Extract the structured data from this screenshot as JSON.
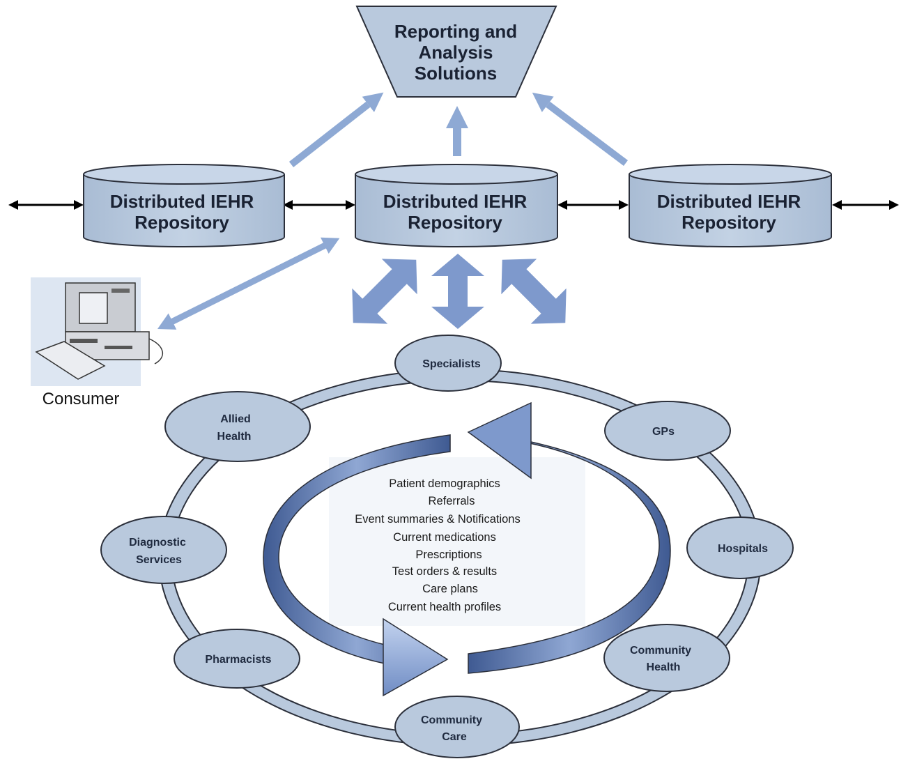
{
  "reporting": {
    "line1": "Reporting and",
    "line2": "Analysis",
    "line3": "Solutions"
  },
  "repositories": [
    {
      "line1": "Distributed IEHR",
      "line2": "Repository"
    },
    {
      "line1": "Distributed IEHR",
      "line2": "Repository"
    },
    {
      "line1": "Distributed IEHR",
      "line2": "Repository"
    }
  ],
  "consumer": {
    "label": "Consumer"
  },
  "ring_nodes": {
    "specialists": {
      "line1": "Specialists"
    },
    "gps": {
      "line1": "GPs"
    },
    "hospitals": {
      "line1": "Hospitals"
    },
    "community_health": {
      "line1": "Community",
      "line2": "Health"
    },
    "community_care": {
      "line1": "Community",
      "line2": "Care"
    },
    "pharmacists": {
      "line1": "Pharmacists"
    },
    "diagnostic_services": {
      "line1": "Diagnostic",
      "line2": "Services"
    },
    "allied_health": {
      "line1": "Allied",
      "line2": "Health"
    }
  },
  "shared_information": [
    "Patient demographics",
    "Referrals",
    "Event summaries & Notifications",
    "Current medications",
    "Prescriptions",
    "Test orders & results",
    "Care plans",
    "Current health profiles"
  ],
  "colors": {
    "shape_fill": "#b9c9dd",
    "shape_stroke": "#2b2f3a",
    "arrow_light": "#8ea9d4",
    "arrow_dark": "#5f7bb0"
  }
}
